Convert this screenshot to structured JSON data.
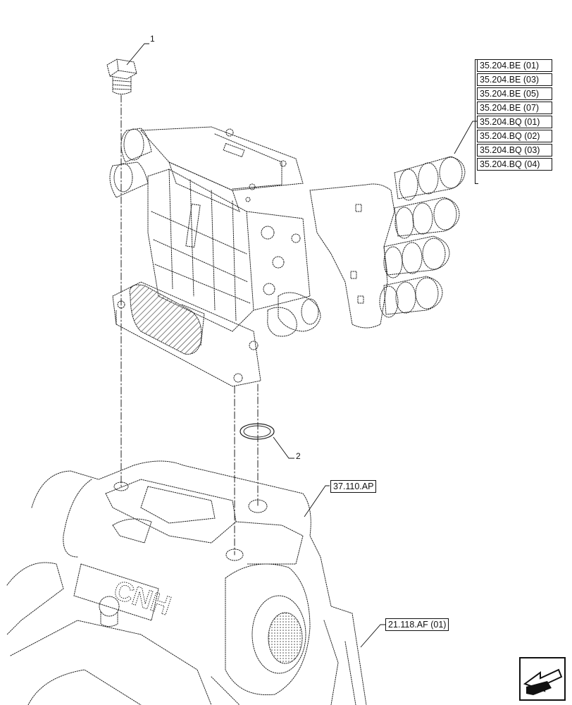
{
  "callouts": {
    "part1": "1",
    "part2": "2"
  },
  "refs": [
    "35.204.BE (01)",
    "35.204.BE (03)",
    "35.204.BE (05)",
    "35.204.BE (07)",
    "35.204.BQ (01)",
    "35.204.BQ (02)",
    "35.204.BQ (03)",
    "35.204.BQ (04)"
  ],
  "housing_ref": "37.110.AP",
  "lower_ref": "21.118.AF (01)",
  "logo_text": "CNH",
  "nav_icon": "arrow-next-page-icon"
}
